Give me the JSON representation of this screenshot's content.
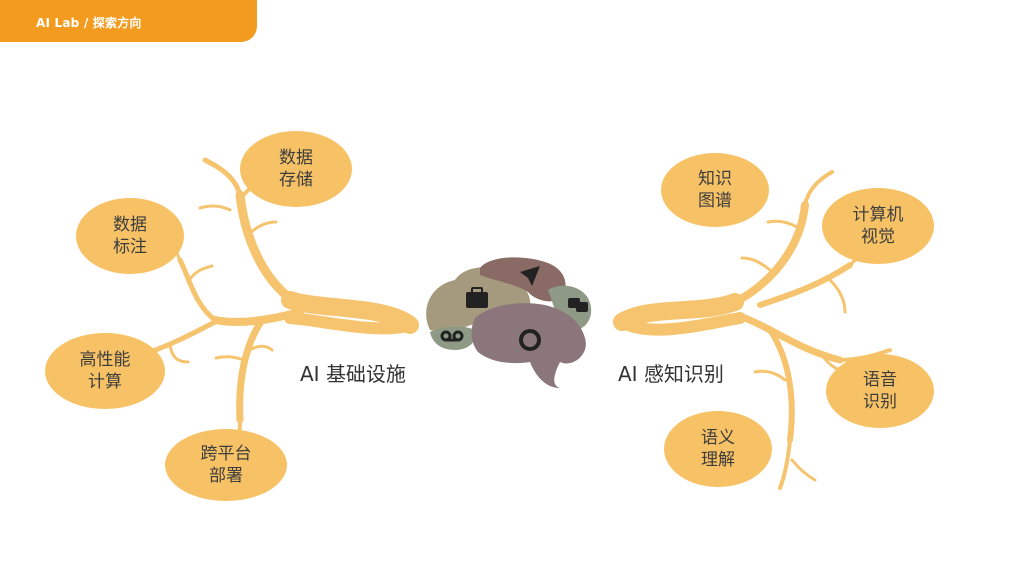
{
  "header": {
    "breadcrumb": "AI Lab / 探索方向"
  },
  "left_branch": {
    "title": "AI 基础设施",
    "nodes": [
      "数据\n存储",
      "数据\n标注",
      "高性能\n计算",
      "跨平台\n部署"
    ]
  },
  "right_branch": {
    "title": "AI 感知识别",
    "nodes": [
      "知识\n图谱",
      "计算机\n视觉",
      "语音\n识别",
      "语义\n理解"
    ]
  },
  "brain_icons": [
    "briefcase-icon",
    "paper-plane-icon",
    "chat-bubbles-icon",
    "voicemail-icon",
    "lifebuoy-icon"
  ],
  "colors": {
    "accent": "#f29b1f",
    "tree": "#f6c46e",
    "brain_olive": "#a59a7d",
    "brain_brown": "#8a6a64",
    "brain_taupe": "#9a8f6e",
    "brain_sage": "#8e9a86",
    "brain_mauve": "#8b767c"
  }
}
